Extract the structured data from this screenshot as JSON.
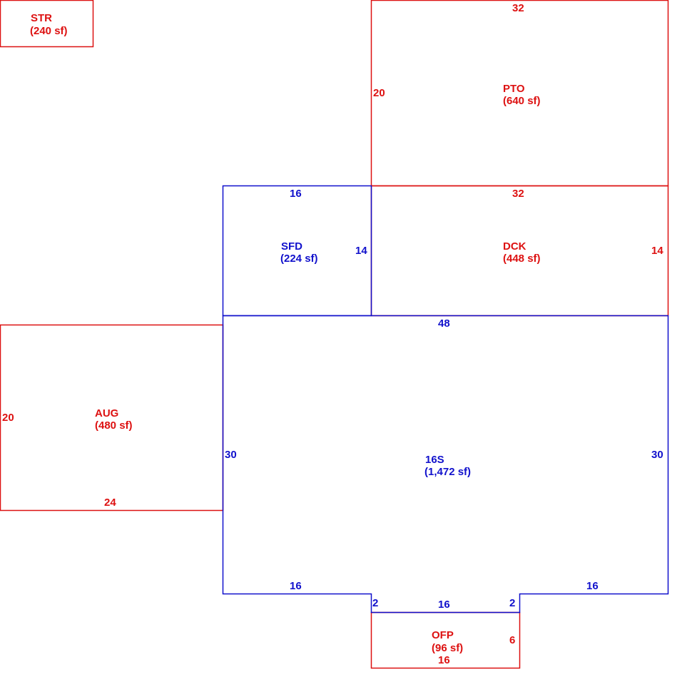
{
  "colors": {
    "red": "#dd1111",
    "blue": "#1111cc"
  },
  "areas": {
    "str": {
      "code": "STR",
      "area": "(240 sf)"
    },
    "pto": {
      "code": "PTO",
      "area": "(640 sf)",
      "dims": {
        "top": "32",
        "left": "20"
      }
    },
    "sfd": {
      "code": "SFD",
      "area": "(224 sf)",
      "dims": {
        "top": "16",
        "right": "14"
      }
    },
    "dck": {
      "code": "DCK",
      "area": "(448 sf)",
      "dims": {
        "top": "32",
        "right": "14"
      }
    },
    "aug": {
      "code": "AUG",
      "area": "(480 sf)",
      "dims": {
        "left": "20",
        "bottom": "24"
      }
    },
    "main": {
      "code": "16S",
      "area": "(1,472 sf)",
      "dims": {
        "top": "48",
        "left": "30",
        "right": "30",
        "bottom_left": "16",
        "bottom_right": "16",
        "notch_left": "2",
        "notch_right": "2",
        "notch_bottom": "16"
      }
    },
    "ofp": {
      "code": "OFP",
      "area": "(96 sf)",
      "dims": {
        "right": "6",
        "bottom": "16"
      }
    }
  }
}
